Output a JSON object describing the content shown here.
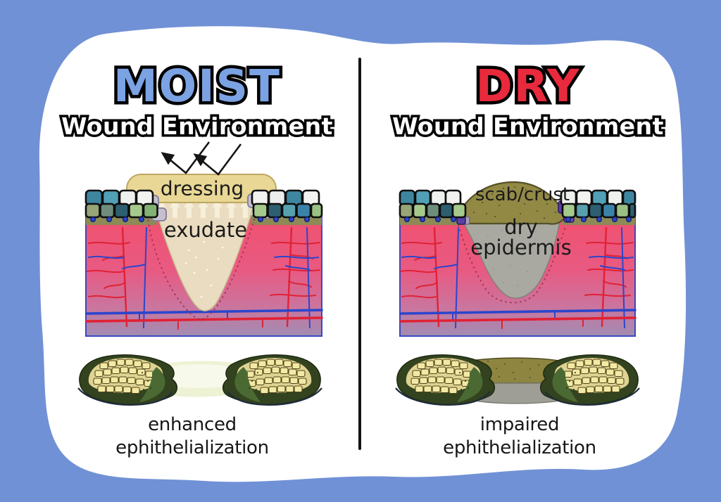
{
  "page": {
    "bg_color": "#7191d6",
    "card_color": "#ffffff",
    "divider_color": "#141414"
  },
  "left_panel": {
    "title": "MOIST",
    "title_color": "#7ba2e2",
    "subtitle": "Wound Environment",
    "labels": {
      "dressing": "dressing",
      "exudate": "exudate"
    },
    "caption": {
      "line1": "enhanced",
      "line2": "ephithelialization"
    }
  },
  "right_panel": {
    "title": "DRY",
    "title_color": "#e82a3c",
    "subtitle": "Wound Environment",
    "labels": {
      "scab": "scab/crust",
      "dry_line1": "dry",
      "dry_line2": "epidermis"
    },
    "caption": {
      "line1": "impaired",
      "line2": "ephithelialization"
    }
  },
  "palette": {
    "dermis_top": "#ef5476",
    "dermis_bottom": "#a28cb2",
    "wound_exudate_fill": "#eadcc0",
    "dressing_fill": "#e9d795",
    "scab_fill": "#928945",
    "dry_epidermis_fill": "#a9a9a2",
    "vessel_red": "#e02235",
    "vessel_blue": "#2b46cc",
    "epidermis_cell_teal": "#3e86a0",
    "epidermis_cell_green": "#a6ca8c",
    "migrating_cell_gray": "#c6bfd0",
    "migrating_cell_purple": "#5b3fa5"
  }
}
